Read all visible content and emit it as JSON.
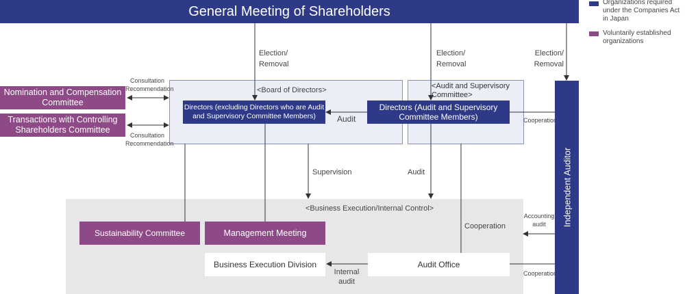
{
  "diagram": {
    "top_bar": "General Meeting of Shareholders",
    "legend": {
      "required": "Organizations required under the Companies Act in Japan",
      "voluntary": "Voluntarily established organizations",
      "required_color": "#2e3a87",
      "voluntary_color": "#8e4a86"
    },
    "committees": {
      "nomination": "Nomination and Compensation Committee",
      "transactions": "Transactions with Controlling Shareholders Committee"
    },
    "consultation_top": [
      "Consultation",
      "Recommendation"
    ],
    "consultation_bottom": [
      "Consultation",
      "Recommendation"
    ],
    "board": {
      "title": "<Board of Directors>",
      "directors_ex": "Directors (excluding Directors who are Audit and Supervisory Committee Members)",
      "audit_label": "Audit"
    },
    "asc": {
      "title": "<Audit and Supervisory Committee>",
      "directors": "Directors (Audit and Supervisory Committee Members)"
    },
    "election_labels": [
      "Election/ Removal",
      "Election/ Removal",
      "Election/ Removal"
    ],
    "supervision": "Supervision",
    "audit_down": "Audit",
    "cooperation_top": "Cooperation",
    "independent_auditor": "Independent Auditor",
    "business": {
      "title": "<Business Execution/Internal Control>",
      "sustainability": "Sustainability Committee",
      "management": "Management Meeting",
      "division": "Business Execution Division",
      "audit_office": "Audit Office",
      "cooperation_mid": "Cooperation",
      "internal_audit": "Internal audit",
      "accounting_audit": "Accounting audit",
      "cooperation_bottom": "Cooperation"
    }
  }
}
